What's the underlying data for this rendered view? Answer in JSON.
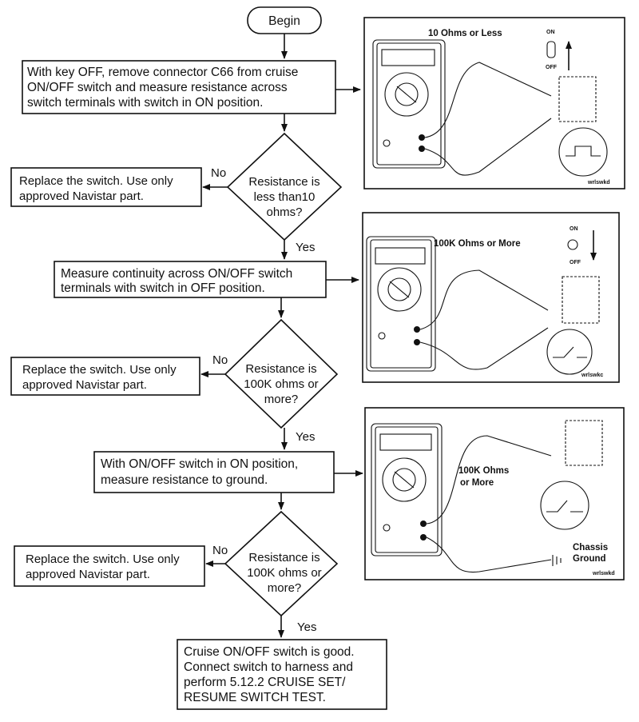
{
  "begin": "Begin",
  "steps": {
    "step1": [
      "With key OFF, remove connector C66 from cruise",
      "ON/OFF switch and measure resistance across",
      "switch terminals with switch in ON position."
    ],
    "step2": [
      "Measure continuity across ON/OFF switch",
      "terminals with switch in OFF position."
    ],
    "step3": [
      "With ON/OFF switch in ON position,",
      "measure resistance to ground."
    ]
  },
  "decisions": {
    "d1": [
      "Resistance is",
      "less than10",
      "ohms?"
    ],
    "d2": [
      "Resistance is",
      "100K ohms or",
      "more?"
    ],
    "d3": [
      "Resistance is",
      "100K ohms or",
      "more?"
    ]
  },
  "replace": {
    "r1": [
      "Replace the switch. Use only",
      "approved Navistar part."
    ],
    "r2": [
      "Replace the switch. Use only",
      "approved Navistar part."
    ],
    "r3": [
      "Replace the switch. Use only",
      "approved Navistar part."
    ]
  },
  "branch": {
    "no": "No",
    "yes": "Yes"
  },
  "final": [
    "Cruise ON/OFF switch is good.",
    "Connect switch to harness and",
    "perform 5.12.2 CRUISE SET/",
    "RESUME SWITCH TEST."
  ],
  "figures": {
    "fig1": {
      "reading": "10 Ohms or Less",
      "on": "ON",
      "off": "OFF",
      "id": "wrlswkd"
    },
    "fig2": {
      "reading": "100K Ohms or More",
      "on": "ON",
      "off": "OFF",
      "id": "wrlswkc"
    },
    "fig3": {
      "reading": [
        "100K Ohms",
        "or More"
      ],
      "ground": [
        "Chassis",
        "Ground"
      ],
      "id": "wrlswkd"
    }
  }
}
